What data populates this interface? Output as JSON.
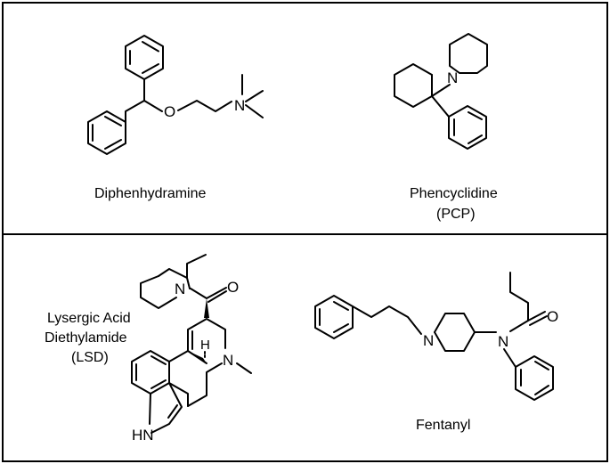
{
  "molecules": {
    "diphenhydramine": {
      "name": "Diphenhydramine",
      "atoms": {
        "oxygen": "O",
        "nitrogen": "N"
      }
    },
    "phencyclidine": {
      "name_line1": "Phencyclidine",
      "name_line2": "(PCP)",
      "atoms": {
        "nitrogen": "N"
      }
    },
    "lsd": {
      "name_line1": "Lysergic Acid",
      "name_line2": "Diethylamide",
      "name_line3": "(LSD)",
      "atoms": {
        "amide_nitrogen": "N",
        "carbonyl_oxygen": "O",
        "ring_nitrogen": "N",
        "indole_nh": "HN",
        "stereo_h": "H"
      }
    },
    "fentanyl": {
      "name": "Fentanyl",
      "atoms": {
        "piperidine_nitrogen": "N",
        "amide_nitrogen": "N",
        "carbonyl_oxygen": "O"
      }
    }
  }
}
